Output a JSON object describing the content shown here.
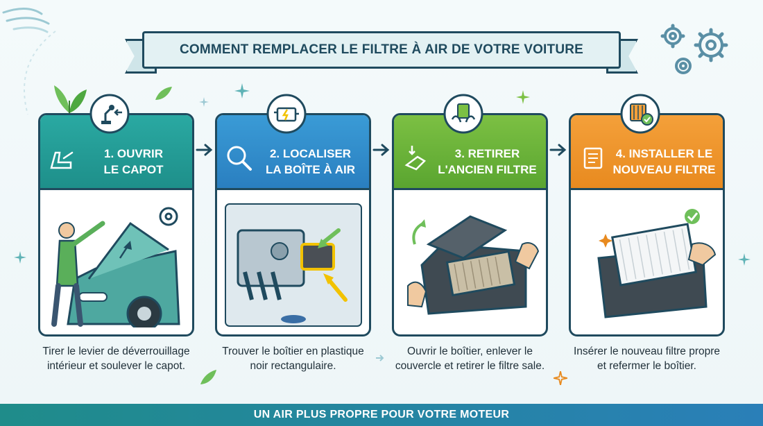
{
  "title": "COMMENT REMPLACER LE FILTRE À AIR DE VOTRE VOITURE",
  "steps": [
    {
      "title_line1": "1. OUVRIR",
      "title_line2": "LE CAPOT",
      "description": "Tirer le levier de déverrouillage intérieur et soulever le capot.",
      "color": "#1e8f8a"
    },
    {
      "title_line1": "2. LOCALISER",
      "title_line2": "LA BOÎTE À AIR",
      "description": "Trouver le boîtier en plastique noir rectangulaire.",
      "color": "#2a7fc0"
    },
    {
      "title_line1": "3. RETIRER",
      "title_line2": "L'ANCIEN FILTRE",
      "description": "Ouvrir le boîtier, enlever le couvercle et retirer le filtre sale.",
      "color": "#5aa530"
    },
    {
      "title_line1": "4. INSTALLER LE",
      "title_line2": "NOUVEAU FILTRE",
      "description": "Insérer le nouveau filtre propre et refermer le boîtier.",
      "color": "#e88a1f"
    }
  ],
  "footer": "UN AIR PLUS PROPRE POUR VOTRE MOTEUR",
  "icons": [
    "lever-icon",
    "engine-warning-icon",
    "hand-filter-icon",
    "filter-check-icon",
    "gear-icon",
    "leaf-icon",
    "sparkle-icon",
    "arrow-right-icon"
  ]
}
